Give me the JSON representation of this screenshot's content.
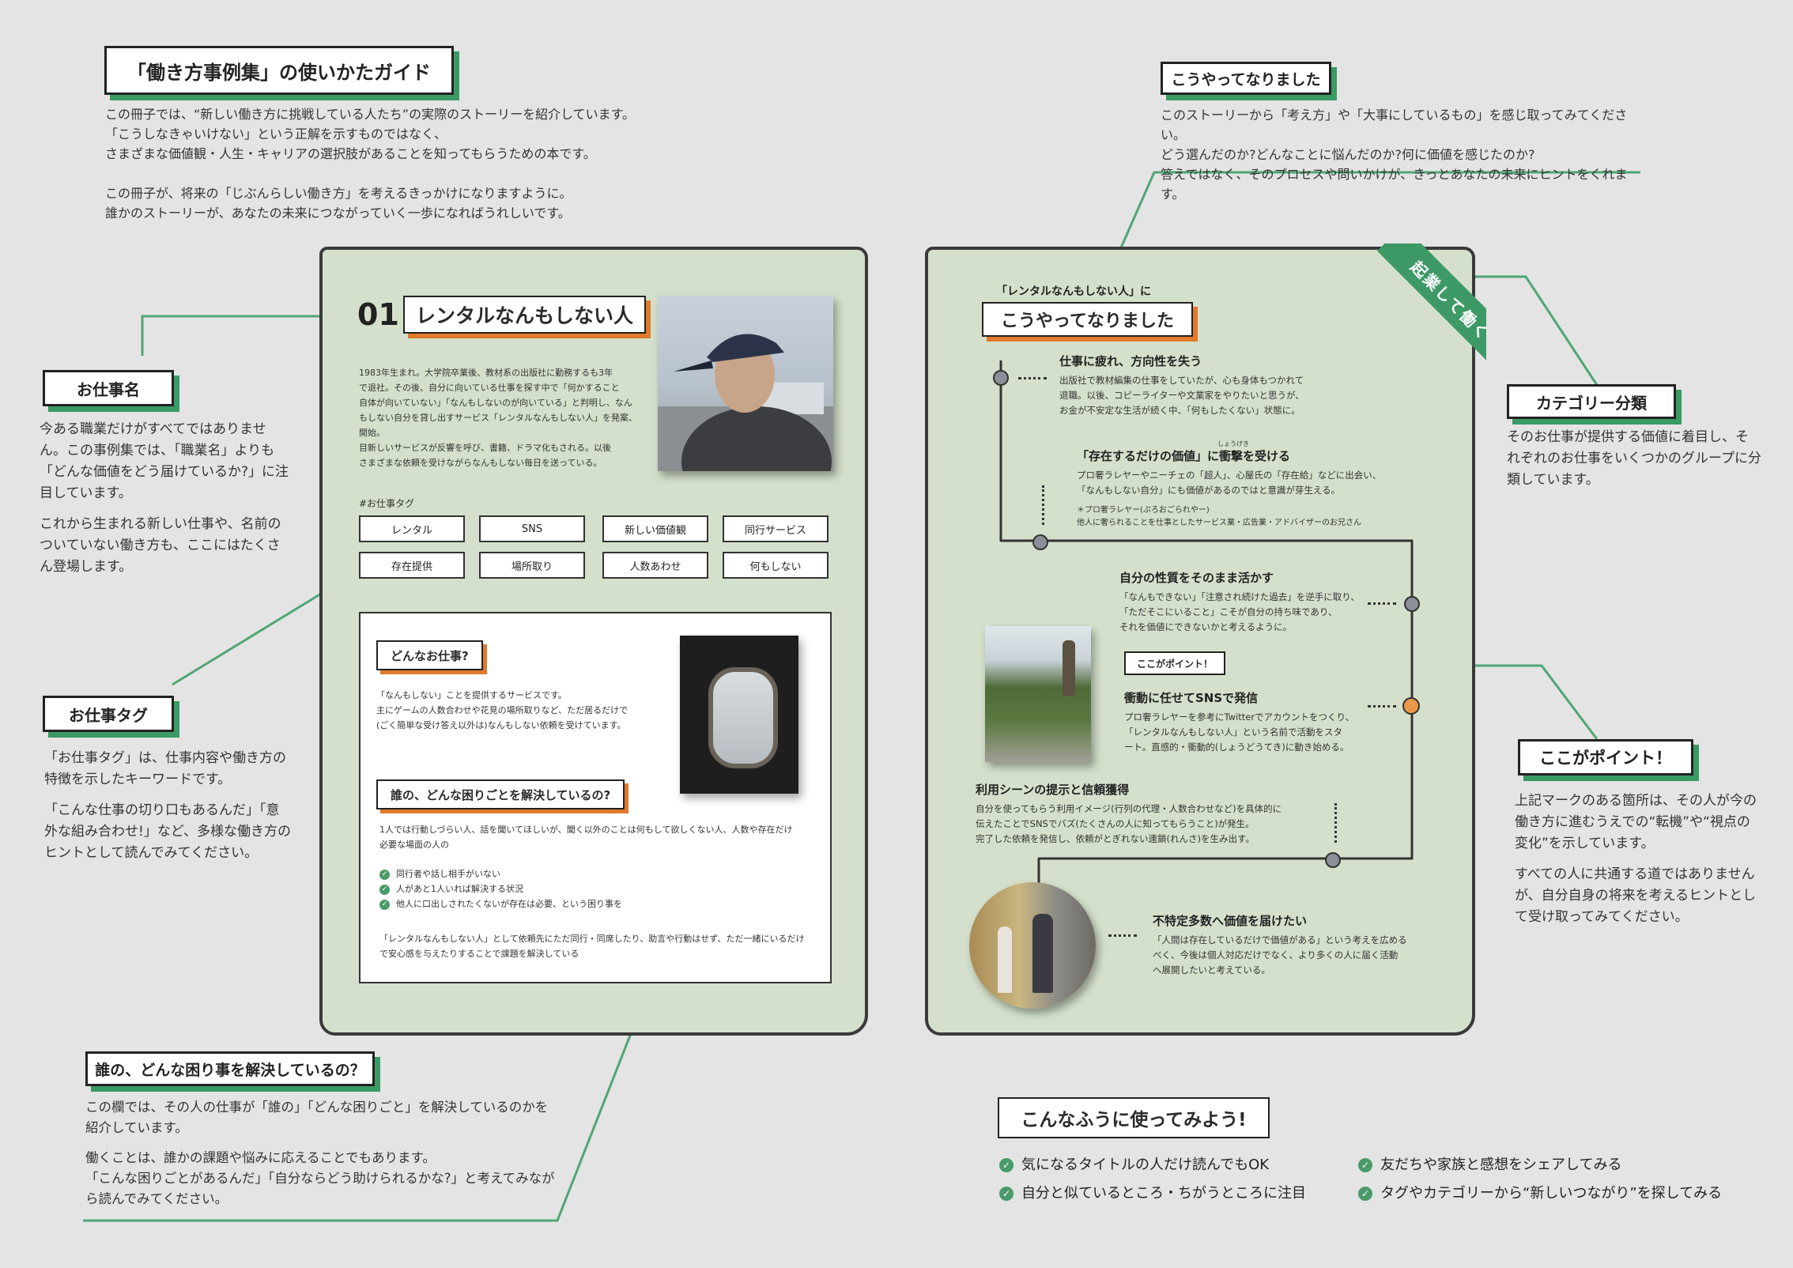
{
  "guide": {
    "title": "「働き方事例集」の使いかたガイド",
    "intro": [
      "この冊子では、“新しい働き方に挑戦している人たち”の実際のストーリーを紹介しています。",
      "「こうしなきゃいけない」という正解を示すものではなく、",
      "さまざまな価値観・人生・キャリアの選択肢があることを知ってもらうための本です。",
      "",
      "この冊子が、将来の「じぶんらしい働き方」を考えるきっかけになりますように。",
      "誰かのストーリーが、あなたの未来につながっていく一歩になればうれしいです。"
    ]
  },
  "annotations": {
    "job_name": {
      "title": "お仕事名",
      "p1": "今ある職業だけがすべてではありません。この事例集では、「職業名」よりも「どんな価値をどう届けているか?」に注目しています。",
      "p2": "これから生まれる新しい仕事や、名前のついていない働き方も、ここにはたくさん登場します。"
    },
    "job_tag": {
      "title": "お仕事タグ",
      "p1": "「お仕事タグ」は、仕事内容や働き方の特徴を示したキーワードです。",
      "p2": "「こんな仕事の切り口もあるんだ」「意外な組み合わせ!」など、多様な働き方のヒントとして読んでみてください。"
    },
    "problem": {
      "title": "誰の、どんな困り事を解決しているの？",
      "p1": "この欄では、その人の仕事が「誰の」「どんな困りごと」を解決しているのかを紹介しています。",
      "p2": "働くことは、誰かの課題や悩みに応えることでもあります。",
      "p3": "「こんな困りごとがあるんだ」「自分ならどう助けられるかな?」と考えてみながら読んでみてください。"
    },
    "process": {
      "title": "こうやってなりました",
      "lines": [
        "このストーリーから「考え方」や「大事にしているもの」を感じ取ってみてください。",
        "どう選んだのか?どんなことに悩んだのか?何に価値を感じたのか?",
        "答えではなく、そのプロセスや問いかけが、きっとあなたの未来にヒントをくれます。"
      ]
    },
    "category": {
      "title": "カテゴリー分類",
      "text": "そのお仕事が提供する価値に着目し、それぞれのお仕事をいくつかのグループに分類しています。"
    },
    "point": {
      "title": "ここがポイント！",
      "p1": "上記マークのある箇所は、その人が今の働き方に進むうえでの“転機”や“視点の変化”を示しています。",
      "p2": "すべての人に共通する道ではありませんが、自分自身の将来を考えるヒントとして受け取ってみてください。"
    }
  },
  "left_page": {
    "number": "01",
    "job_title": "レンタルなんもしない人",
    "bio": [
      "1983年生まれ。大学院卒業後、教材系の出版社に勤務するも3年",
      "で退社。その後、自分に向いている仕事を探す中で「何かすること",
      "自体が向いていない」「なんもしないのが向いている」と判明し、なん",
      "もしない自分を貸し出すサービス「レンタルなんもしない人」を発案、",
      "開始。",
      "目新しいサービスが反響を呼び、書籍、ドラマ化もされる。以後",
      "さまざまな依頼を受けながらなんもしない毎日を送っている。"
    ],
    "tags_label": "#お仕事タグ",
    "tags": [
      "レンタル",
      "SNS",
      "新しい価値観",
      "同行サービス",
      "存在提供",
      "場所取り",
      "人数あわせ",
      "何もしない"
    ],
    "what_title": "どんなお仕事?",
    "what_text": [
      "「なんもしない」ことを提供するサービスです。",
      "主にゲームの人数合わせや花見の場所取りなど、ただ居るだけで",
      "(ごく簡単な受け答え以外は)なんもしない依頼を受けています。"
    ],
    "who_title": "誰の、どんな困りごとを解決しているの?",
    "who_text": [
      "1人では行動しづらい人、話を聞いてほしいが、聞く以外のことは何もして欲しくない人、人数や存在だけ",
      "必要な場面の人の"
    ],
    "checks": [
      "同行者や話し相手がいない",
      "人があと1人いれば解決する状況",
      "他人に口出しされたくないが存在は必要、という困り事を"
    ],
    "closing": [
      "「レンタルなんもしない人」として依頼先にただ同行・同席したり、助言や行動はせず、ただ一緒にいるだけ",
      "で安心感を与えたりすることで課題を解決している"
    ]
  },
  "right_page": {
    "sub_heading": "「レンタルなんもしない人」に",
    "heading": "こうやってなりました",
    "category_ribbon": "起業して働く",
    "point_label": "ここがポイント！",
    "steps": [
      {
        "title": "仕事に疲れ、方向性を失う",
        "text": [
          "出版社で教材編集の仕事をしていたが、心も身体もつかれて",
          "退職。以後、コピーライターや文業家をやりたいと思うが、",
          "お金が不安定な生活が続く中、「何もしたくない」状態に。"
        ]
      },
      {
        "title": "「存在するだけの価値」に衝撃を受ける",
        "ruby": "しょうげき",
        "text": [
          "プロ奢ラレヤーやニーチェの「超人」、心屋氏の「存在給」などに出会い、",
          "「なんもしない自分」にも価値があるのではと意識が芽生える。"
        ],
        "note": [
          "＊プロ奢ラレヤー(ぷろおごられやー)",
          "他人に奢られることを仕事としたサービス業・広告業・アドバイザーのお兄さん"
        ]
      },
      {
        "title": "自分の性質をそのまま活かす",
        "text": [
          "「なんもできない」「注意され続けた過去」を逆手に取り、",
          "「ただそこにいること」こそが自分の持ち味であり、",
          "それを価値にできないかと考えるように。"
        ]
      },
      {
        "title": "衝動に任せてSNSで発信",
        "text": [
          "プロ奢ラレヤーを参考にTwitterでアカウントをつくり、",
          "「レンタルなんもしない人」という名前で活動をスタ",
          "ート。直感的・衝動的(しょうどうてき)に動き始める。"
        ]
      },
      {
        "title": "利用シーンの提示と信頼獲得",
        "text": [
          "自分を使ってもらう利用イメージ(行列の代理・人数合わせなど)を具体的に",
          "伝えたことでSNSでバズ(たくさんの人に知ってもらうこと)が発生。",
          "完了した依頼を発信し、依頼がとぎれない連鎖(れんさ)を生み出す。"
        ]
      },
      {
        "title": "不特定多数へ価値を届けたい",
        "text": [
          "「人間は存在しているだけで価値がある」という考えを広める",
          "べく、今後は個人対応だけでなく、より多くの人に届く活動",
          "へ展開したいと考えている。"
        ]
      }
    ]
  },
  "usage": {
    "title": "こんなふうに使ってみよう!",
    "items": [
      "気になるタイトルの人だけ読んでもOK",
      "自分と似ているところ・ちがうところに注目",
      "友だちや家族と感想をシェアしてみる",
      "タグやカテゴリーから“新しいつながり”を探してみる"
    ]
  },
  "colors": {
    "accent_green": "#4fa676",
    "page_green": "#d4e0cb",
    "accent_orange": "#e07a2c",
    "ribbon": "#3d9a66"
  }
}
